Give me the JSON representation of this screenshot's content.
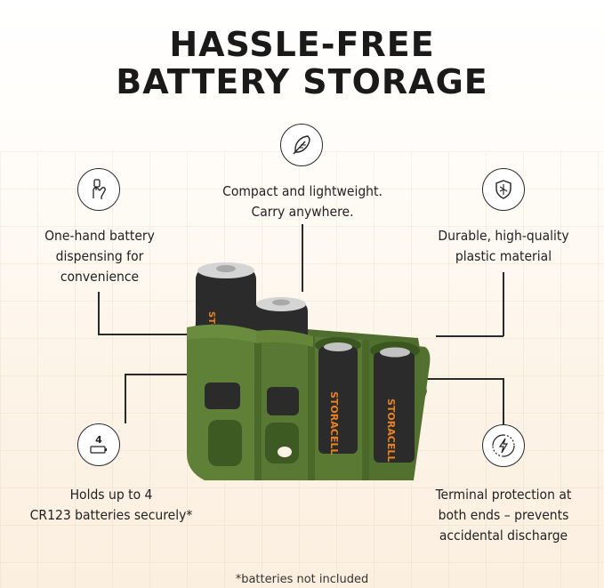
{
  "title": {
    "line1": "HASSLE-FREE",
    "line2": "BATTERY STORAGE"
  },
  "features": {
    "compact": {
      "icon": "feather-icon",
      "line1": "Compact and lightweight.",
      "line2": "Carry anywhere."
    },
    "one_hand": {
      "icon": "hand-pinch-icon",
      "line1": "One-hand battery",
      "line2": "dispensing for",
      "line3": "convenience"
    },
    "durable": {
      "icon": "shield-icon",
      "line1": "Durable, high-quality",
      "line2": "plastic material"
    },
    "capacity": {
      "icon": "battery-count-icon",
      "icon_number": "4",
      "line1": "Holds up to 4",
      "line2": "CR123 batteries securely*"
    },
    "terminal": {
      "icon": "lightning-protection-icon",
      "line1": "Terminal protection at",
      "line2": "both ends – prevents",
      "line3": "accidental discharge"
    }
  },
  "product": {
    "battery_brand": "STORACELL",
    "colors": {
      "case": "#5a7a34",
      "battery_body": "#2b2b2b",
      "battery_label": "#e8821e",
      "terminal": "#bdbdbd"
    }
  },
  "footnote": "*batteries not included"
}
